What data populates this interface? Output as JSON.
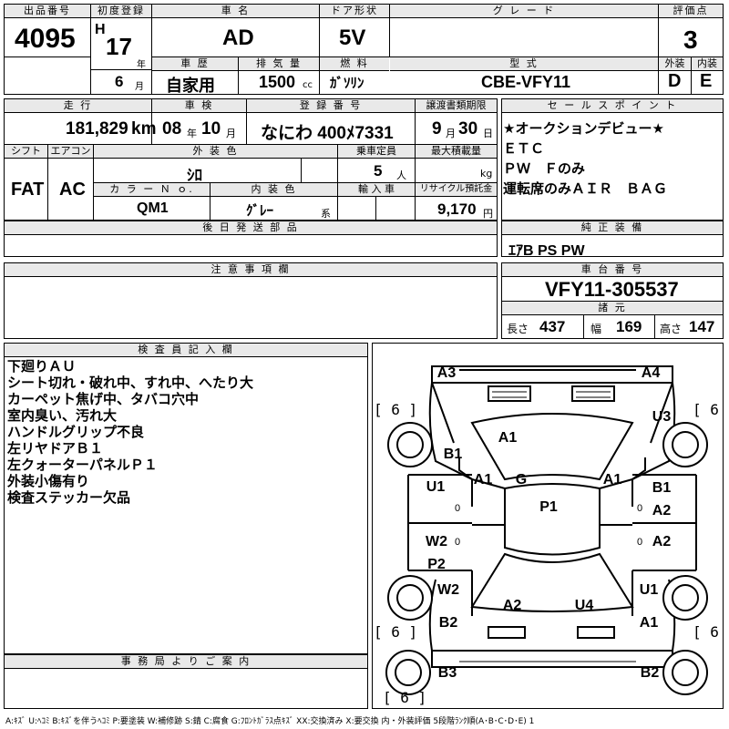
{
  "header": {
    "lot_label": "出品番号",
    "lot_no": "4095",
    "first_reg_label": "初度登録",
    "era": "H",
    "year": "17",
    "year_unit": "年",
    "month": "6",
    "month_unit": "月",
    "car_name_label": "車 名",
    "car_name": "AD",
    "door_label": "ドア形状",
    "door": "5V",
    "grade_label": "グ レ ー ド",
    "grade": "",
    "score_label": "評価点",
    "score": "3",
    "history_label": "車 歴",
    "history": "自家用",
    "displacement_label": "排 気 量",
    "displacement": "1500",
    "displacement_unit": "cc",
    "fuel_label": "燃 料",
    "fuel": "ｶﾞｿﾘﾝ",
    "model_label": "型 式",
    "model": "CBE-VFY11",
    "ext_label": "外装",
    "ext_grade": "D",
    "int_label": "内装",
    "int_grade": "E"
  },
  "row2": {
    "mileage_label": "走 行",
    "mileage": "181,829",
    "mileage_unit": "km",
    "inspection_label": "車 検",
    "insp_year": "08",
    "insp_year_unit": "年",
    "insp_month": "10",
    "insp_month_unit": "月",
    "plate_label": "登 録 番 号",
    "plate": "なにわ 400ﾒ7331",
    "transfer_label": "譲渡書類期限",
    "transfer_month": "9",
    "transfer_month_unit": "月",
    "transfer_day": "30",
    "transfer_day_unit": "日",
    "shift_label": "シフト",
    "shift": "FAT",
    "ac_label": "エアコン",
    "ac": "AC",
    "color_label": "外 装 色",
    "color": "ｼﾛ",
    "capacity_label": "乗車定員",
    "capacity": "5",
    "capacity_unit": "人",
    "load_label": "最大積載量",
    "load_unit": "kg",
    "color_no_label": "カ ラ ー Ｎ ｏ.",
    "color_no": "QM1",
    "interior_label": "内 装 色",
    "interior": "ｸﾞﾚｰ",
    "interior_unit": "系",
    "import_label": "輸 入 車",
    "recycle_label": "リサイクル預託金",
    "recycle": "9,170",
    "recycle_unit": "円"
  },
  "sales": {
    "label": "セ ー ル ス ポ イ ン ト",
    "lines": [
      "★オークションデビュー★",
      "ＥＴＣ",
      "ＰＷ　Ｆのみ",
      "運転席のみＡＩＲ　ＢＡＧ"
    ]
  },
  "later_parts": {
    "label": "後 日 発 送 部 品"
  },
  "genuine": {
    "label": "純 正 装 備",
    "items": "ｴｱB PS PW"
  },
  "caution": {
    "label": "注 意 事 項 欄"
  },
  "chassis": {
    "label": "車 台 番 号",
    "number": "VFY11-305537"
  },
  "specs": {
    "label": "諸 元",
    "length_label": "長さ",
    "length": "437",
    "width_label": "幅",
    "width": "169",
    "height_label": "高さ",
    "height": "147"
  },
  "inspector": {
    "label": "検 査 員 記 入 欄",
    "lines": [
      "下廻りＡＵ",
      "シート切れ・破れ中、すれ中、へたり大",
      "カーペット焦げ中、タバコ穴中",
      "室内臭い、汚れ大",
      "ハンドルグリップ不良",
      "左リヤドアＢ１",
      "左クォーターパネルＰ１",
      "外装小傷有り",
      "検査ステッカー欠品"
    ]
  },
  "office": {
    "label": "事 務 局 よ り ご 案 内"
  },
  "diagram_marks": {
    "fl_corner": "A3",
    "fr_corner": "A4",
    "hood": "A1",
    "left_fender": "B1",
    "right_fender": "U3",
    "left_pillar": "A1",
    "roof_g": "G",
    "right_pillar": "A1",
    "left_front_door": "U1",
    "roof": "P1",
    "right_front_door_1": "B1",
    "right_front_door_2": "A2",
    "left_rear_door_1": "W2",
    "left_rear_door_2": "P2",
    "right_rear_door": "A2",
    "left_quarter_1": "W2",
    "left_quarter_2": "B2",
    "rear_a2": "A2",
    "rear_u4": "U4",
    "right_quarter_1": "U1",
    "right_quarter_2": "A1",
    "rear_left": "B3",
    "rear_right": "B2",
    "tire_fl": "[ 6 ]",
    "tire_fr": "[ 6",
    "tire_rl": "[ 6 ]",
    "tire_rr": "[ 6",
    "tire_spare": "[ 6 ]",
    "door_mark_l1": "0",
    "door_mark_l2": "0",
    "door_mark_r1": "0",
    "door_mark_r2": "0"
  },
  "legend": "A:ｷｽﾞ U:ﾍｺﾐ B:ｷｽﾞを伴うﾍｺﾐ P:要塗装 W:補修跡 S:錆 C:腐食 G:ﾌﾛﾝﾄｶﾞﾗｽ点ｷｽﾞ XX:交換済み X:要交換 内・外装評価 5段階ﾗﾝｸ順(A･B･C･D･E) 1"
}
